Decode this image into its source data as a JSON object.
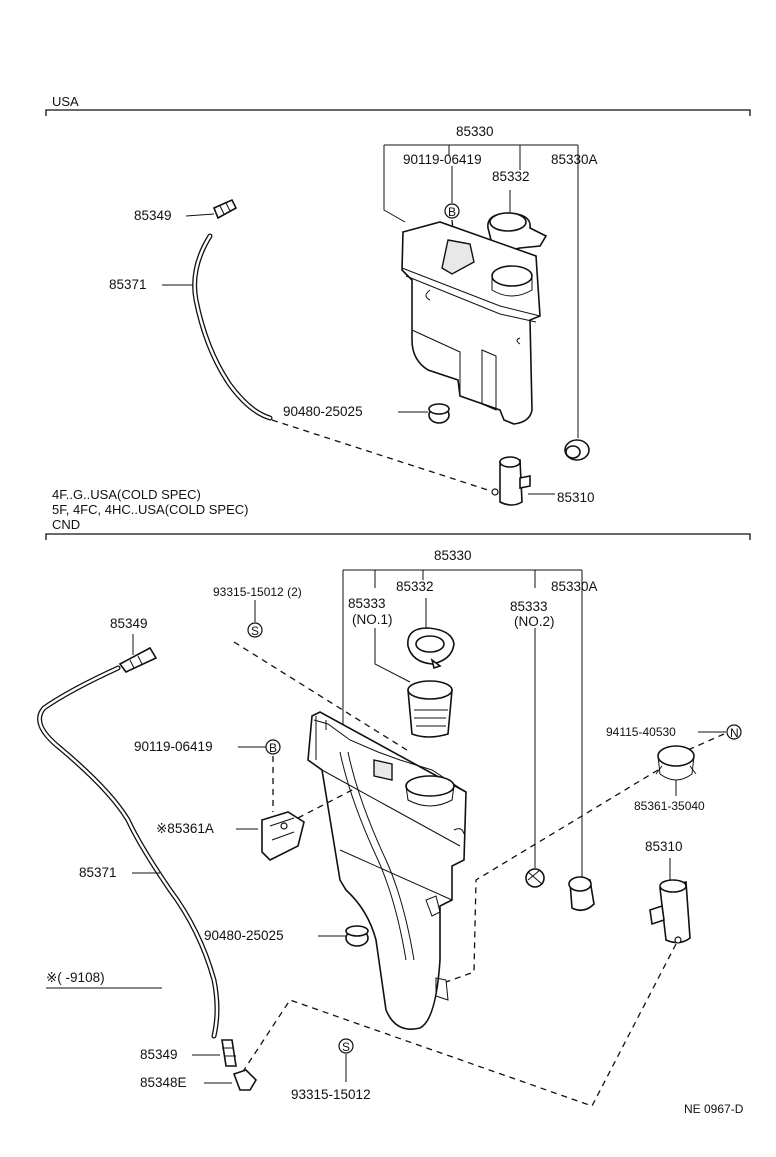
{
  "sections": {
    "usa_header": "USA",
    "cnd_note_line1": "4F..G..USA(COLD SPEC)",
    "cnd_note_line2": "5F, 4FC, 4HC..USA(COLD SPEC)",
    "cnd_header": "CND"
  },
  "top": {
    "p85330": "85330",
    "p90119": "90119-06419",
    "p85332": "85332",
    "p85330A": "85330A",
    "p85349": "85349",
    "p85371": "85371",
    "p90480": "90480-25025",
    "p85310": "85310",
    "badge_b": "B"
  },
  "bottom": {
    "p85330": "85330",
    "p93315a": "93315-15012 (2)",
    "p85332": "85332",
    "p85333_1": "85333",
    "p85333_1_sub": "(NO.1)",
    "p85333_2": "85333",
    "p85333_2_sub": "(NO.2)",
    "p85330A": "85330A",
    "p85349_top": "85349",
    "p94115": "94115-40530",
    "p90119": "90119-06419",
    "p85361_35040": "85361-35040",
    "p85361A": "※85361A",
    "p85310": "85310",
    "p85371": "85371",
    "p90480": "90480-25025",
    "note_range": "※(      -9108)",
    "p85349_bot": "85349",
    "p85348E": "85348E",
    "p93315b": "93315-15012",
    "badge_s": "S",
    "badge_b": "B",
    "badge_n": "N"
  },
  "footer": {
    "ref": "NE 0967-D"
  }
}
